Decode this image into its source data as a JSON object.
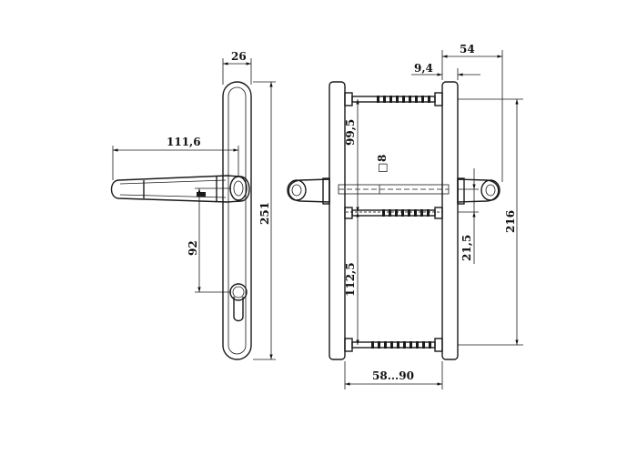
{
  "dimensions": {
    "plate_width": "26",
    "handle_projection": "111,6",
    "plate_length": "251",
    "center_distance": "92",
    "total_depth": "54",
    "rose_thickness": "9,4",
    "upper_fixing": "99,5",
    "square_spindle": "8",
    "fixing_centers": "216",
    "rose_offset": "21,5",
    "lower_fixing": "112,5",
    "door_thickness": "58...90"
  },
  "square_symbol": "□",
  "colors": {
    "ink": "#1a1a1a",
    "paper": "#ffffff"
  }
}
